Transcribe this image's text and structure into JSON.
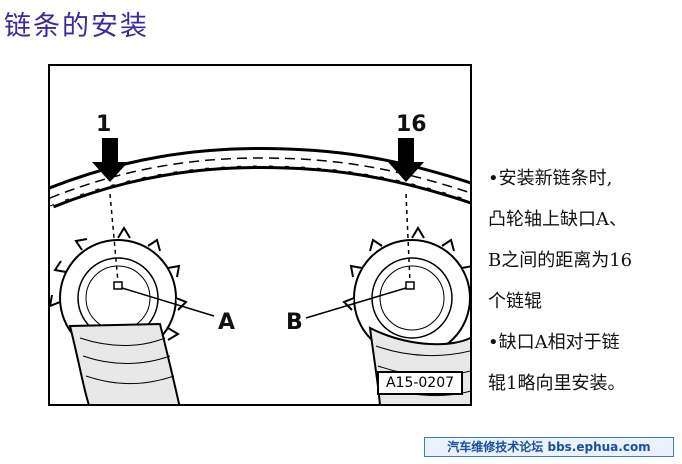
{
  "page_title": "链条的安装",
  "figure": {
    "marker_left": "1",
    "marker_right": "16",
    "notch_a": "A",
    "notch_b": "B",
    "reference_code": "A15-0207"
  },
  "notes": [
    "•安装新链条时,",
    "凸轮轴上缺口A、",
    "B之间的距离为16",
    "个链辊",
    "•缺口A相对于链",
    "辊1略向里安装。"
  ],
  "footer": {
    "text": "汽车维修技术论坛 bbs.ephua.com"
  }
}
